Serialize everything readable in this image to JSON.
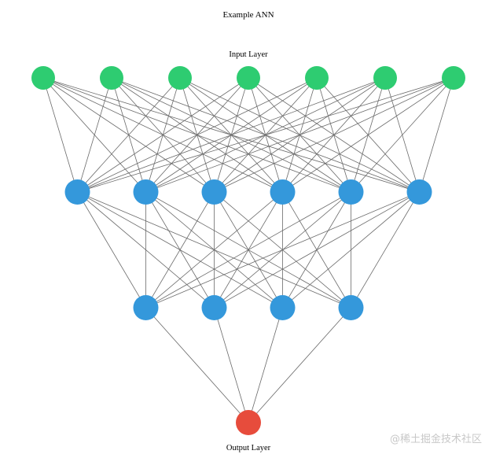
{
  "diagram": {
    "title": "Example ANN",
    "layers": [
      {
        "label": "Input Layer",
        "nodes": 7,
        "color": "#2ecc71",
        "radius": 15
      },
      {
        "label": "",
        "nodes": 6,
        "color": "#3498db",
        "radius": 16
      },
      {
        "label": "",
        "nodes": 4,
        "color": "#3498db",
        "radius": 16
      },
      {
        "label": "Output Layer",
        "nodes": 1,
        "color": "#e74c3c",
        "radius": 16
      }
    ],
    "edge_color": "#6a6a6a",
    "connectivity": "fully-connected"
  },
  "watermark": "@稀土掘金技术社区"
}
